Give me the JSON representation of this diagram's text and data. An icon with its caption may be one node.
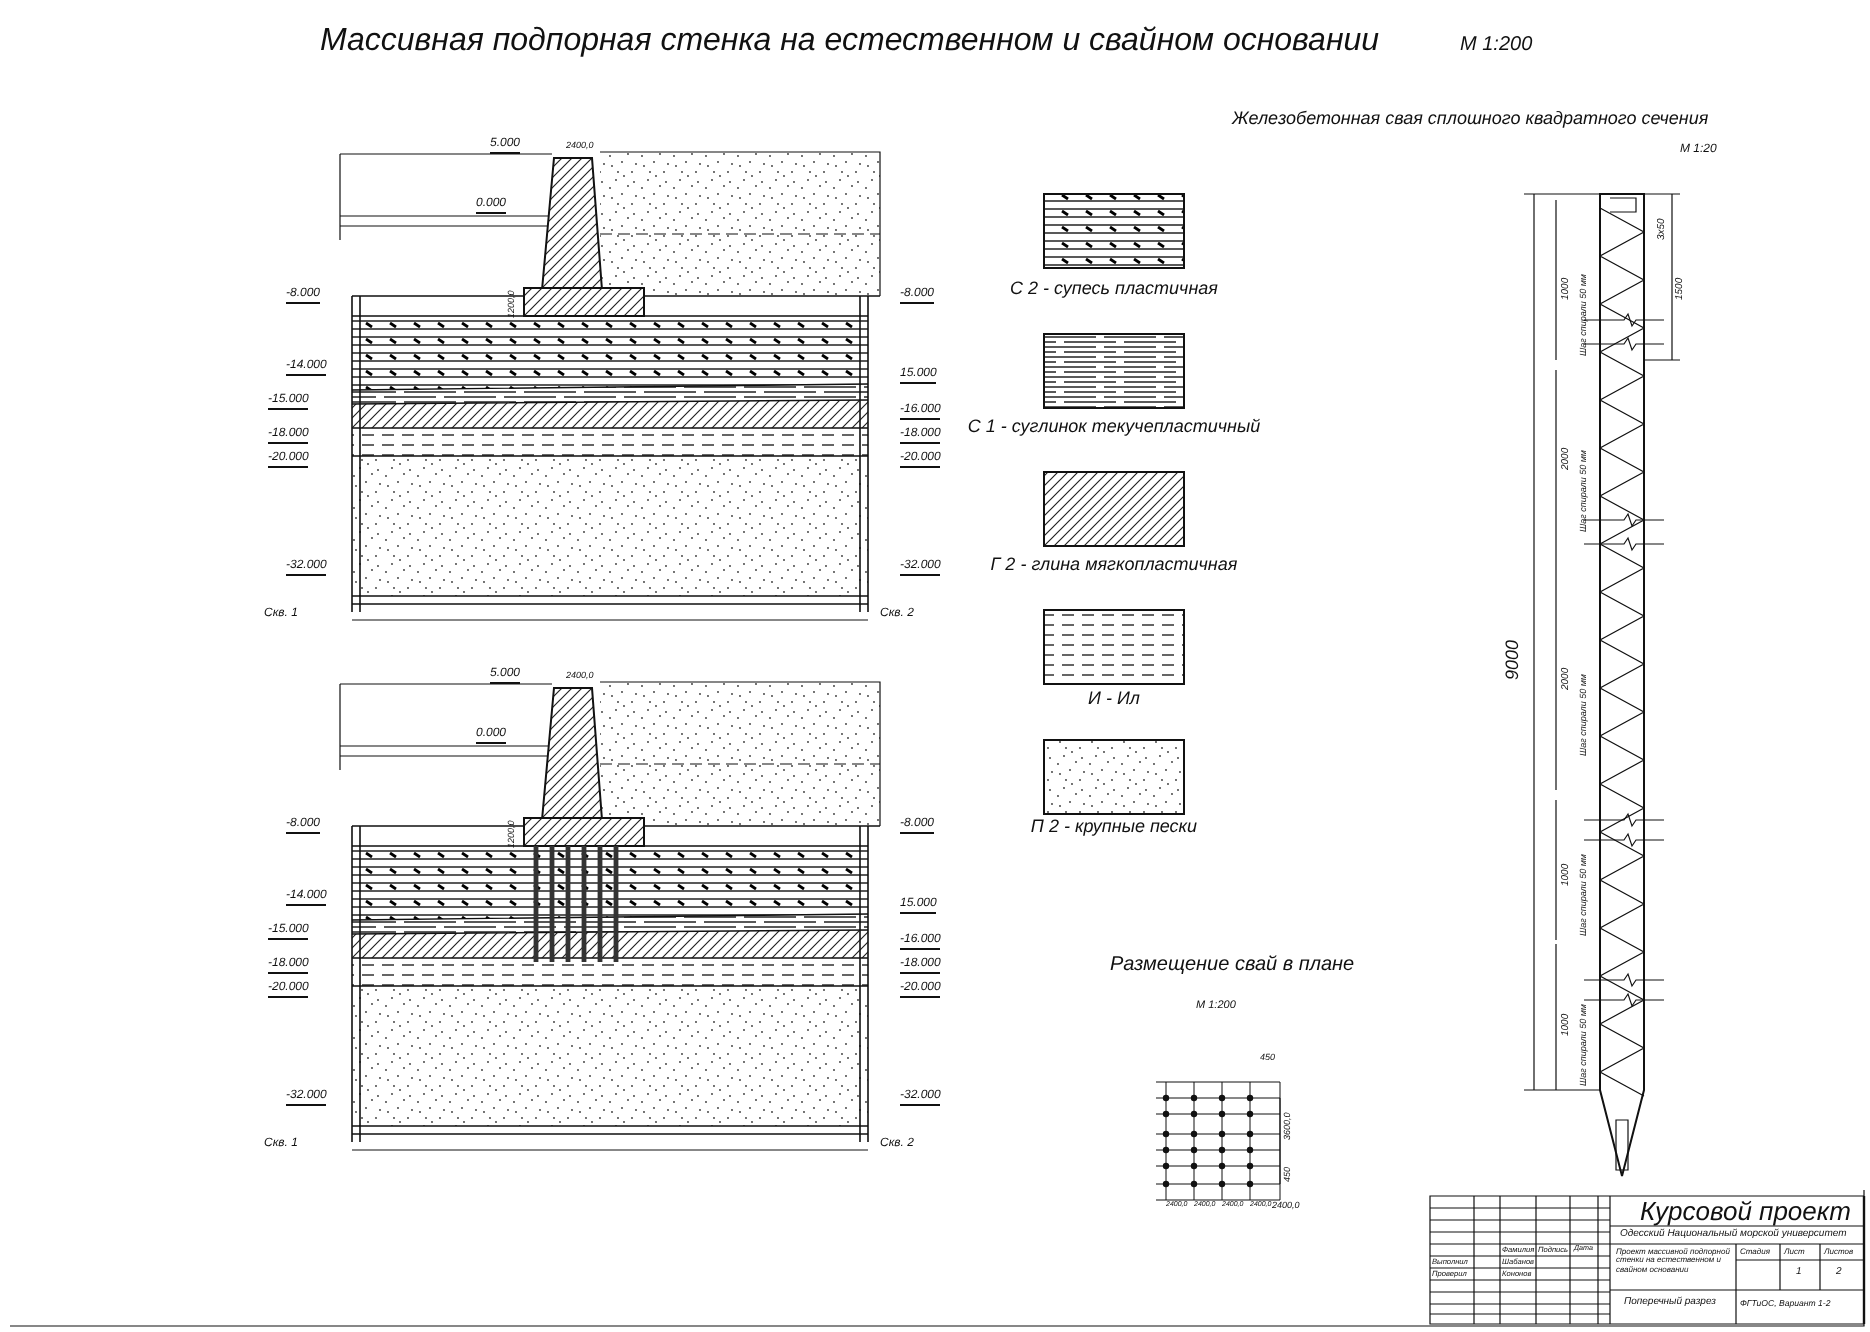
{
  "diagram": {
    "title": "Массивная подпорная стенка на естественном и свайном основании",
    "labels": [
      "М 1:200",
      "5.000",
      "2400,0",
      "0.000",
      "-8.000",
      "-8.000",
      "-14.000",
      "-15.000",
      "-18.000",
      "-20.000",
      "15.000",
      "-16.000",
      "-18.000",
      "-20.000",
      "-32.000",
      "-32.000",
      "Скв. 1",
      "Скв. 2",
      "1200,0",
      "5.000",
      "2400,0",
      "0.000",
      "-8.000",
      "-8.000",
      "-14.000",
      "-15.000",
      "-18.000",
      "-20.000",
      "15.000",
      "-16.000",
      "-18.000",
      "-20.000",
      "-32.000",
      "-32.000",
      "Скв. 1",
      "Скв. 2",
      "1200,0",
      "Железобетонная свая сплошного квадратного сечения",
      "М 1:20",
      "9000",
      "1000",
      "Шаг спирали 50 мм",
      "2000",
      "Шаг спирали 50 мм",
      "2000",
      "Шаг спирали 50 мм",
      "1000",
      "Шаг спирали 50 мм",
      "1000",
      "Шаг спирали 50 мм",
      "3х50",
      "1500",
      "Размещение свай в плане",
      "М 1:200",
      "450",
      "3600,0",
      "450",
      "2400,0",
      "2400,0",
      "2400,0",
      "2400,0",
      "2400,0",
      "Курсовой проект",
      "Одесский Национальный морской университет",
      "Фамилия",
      "Подпись",
      "Дата",
      "Выполнил",
      "Шабанов",
      "Проверил",
      "Кононов",
      "Проект массивной подпорной стенки на естественном и свайном основании",
      "Стадия",
      "Лист",
      "Листов",
      "1",
      "2",
      "Поперечный разрез",
      "ФГТиОС, Вариант 1-2"
    ],
    "legend": [
      {
        "text": "С 2 - супесь пластичная"
      },
      {
        "text": "С 1 - суглинок текучепластичный"
      },
      {
        "text": "Г 2 - глина мягкопластичная"
      },
      {
        "text": "И - Ил"
      },
      {
        "text": "П 2 - крупные пески"
      }
    ]
  }
}
